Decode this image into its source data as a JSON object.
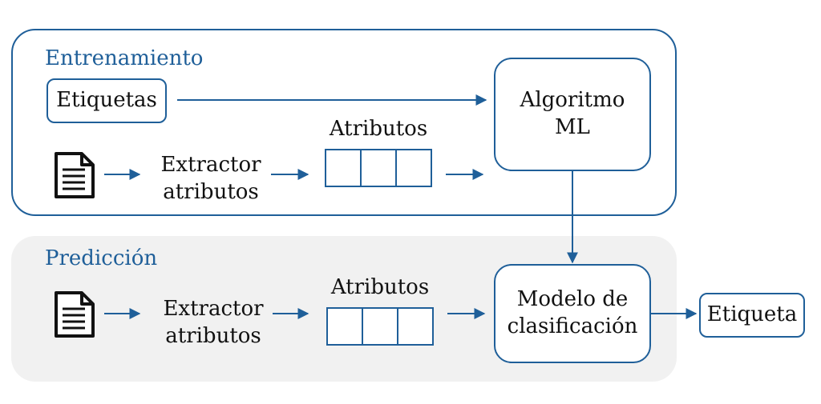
{
  "colors": {
    "accent": "#1f5f99",
    "panel_prediction_bg": "#f1f1f1",
    "text": "#111111"
  },
  "training": {
    "title": "Entrenamiento",
    "labels_box": "Etiquetas",
    "extractor": "Extractor\natributos",
    "features_title": "Atributos",
    "algorithm_box": "Algoritmo\nML"
  },
  "prediction": {
    "title": "Predicción",
    "extractor": "Extractor\natributos",
    "features_title": "Atributos",
    "model_box": "Modelo de\nclasificación",
    "output_box": "Etiqueta"
  },
  "icons": {
    "document": "document-icon",
    "arrow": "arrow-right-icon"
  }
}
